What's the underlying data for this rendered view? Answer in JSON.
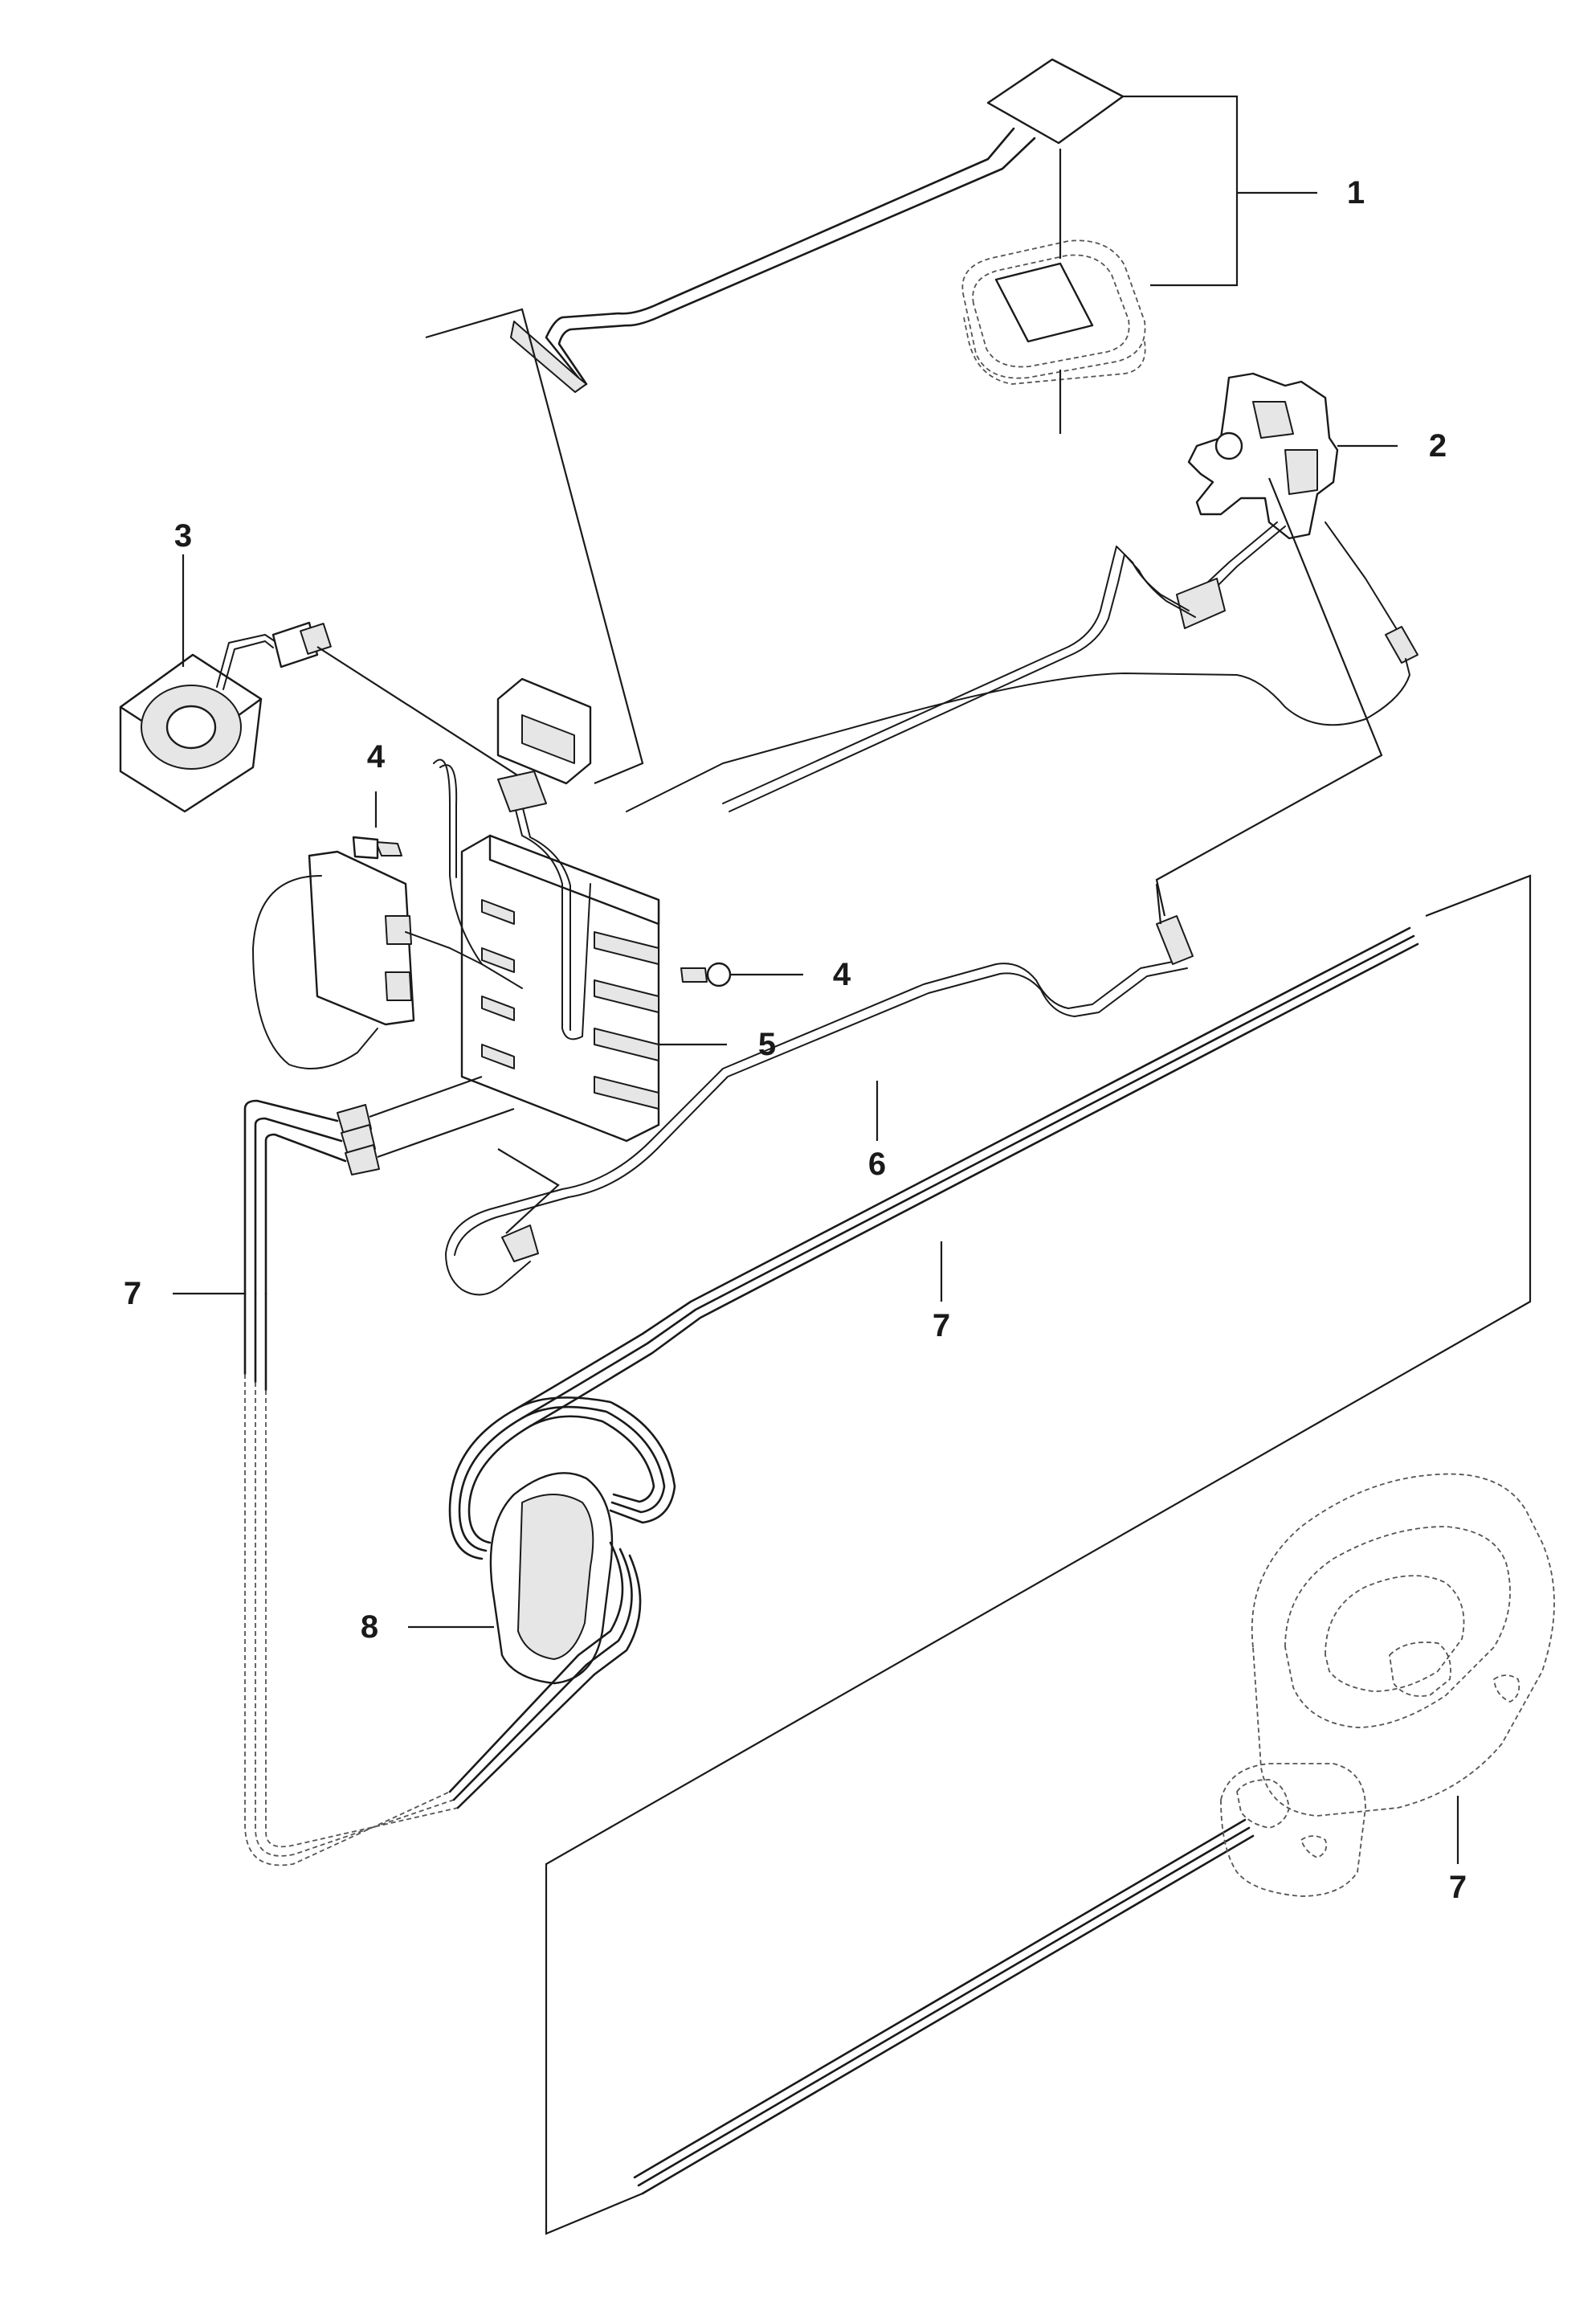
{
  "diagram": {
    "callouts": {
      "c1": "1",
      "c2": "2",
      "c3": "3",
      "c4a": "4",
      "c4b": "4",
      "c5": "5",
      "c6": "6",
      "c7a": "7",
      "c7b": "7",
      "c7c": "7",
      "c8": "8"
    },
    "parts": {
      "p1": "ribbon-cable-with-keypad",
      "p2": "trigger-switch",
      "p3": "cooling-fan",
      "p4": "screw",
      "p5": "control-board-holder",
      "p6": "wire-harness",
      "p7": "cable",
      "p8": "ferrite-core"
    },
    "colors": {
      "line": "#1a1a1a",
      "phantom": "#555555",
      "background": "#ffffff"
    }
  }
}
